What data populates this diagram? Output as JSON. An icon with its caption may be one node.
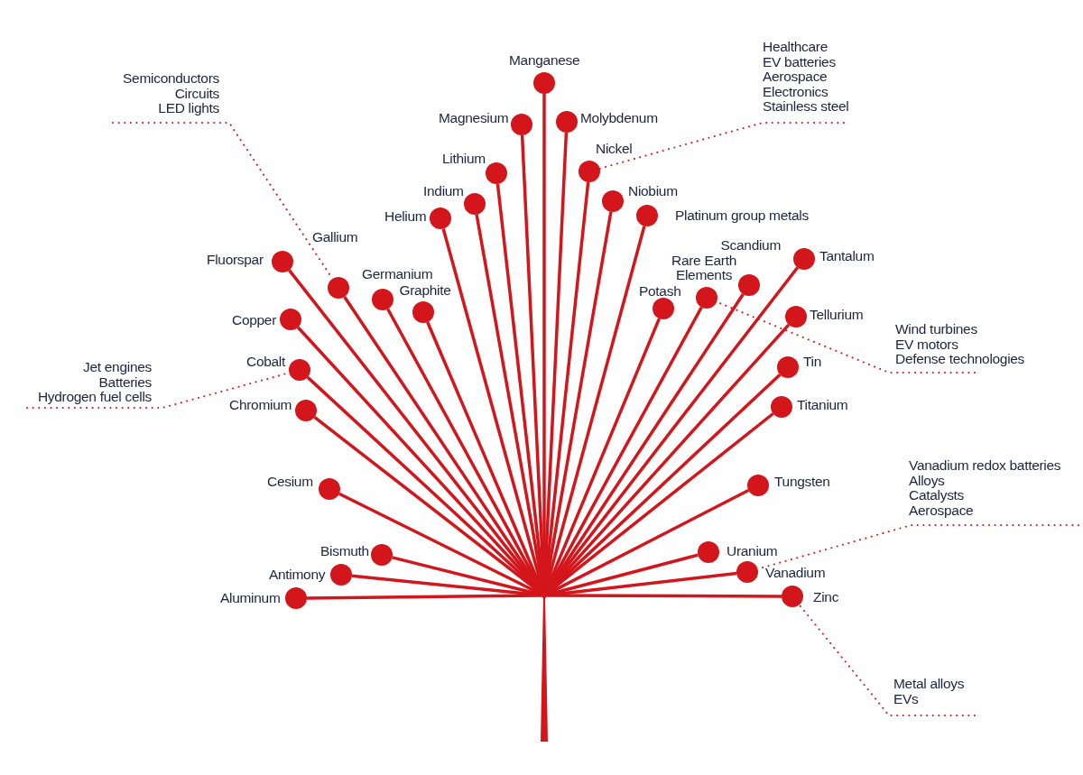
{
  "diagram": {
    "nodes": [
      {
        "text": [],
        "shape": "point"
      },
      {
        "text": [
          "Healthcare",
          "EV batteries",
          "Aerospace",
          "Electronics",
          "Stainless steel"
        ]
      },
      {
        "text": [
          "Manganese"
        ]
      },
      {
        "text": [
          "Semiconductors",
          "Circuits",
          "LED lights"
        ]
      },
      {
        "text": [
          "Magnesium"
        ]
      },
      {
        "text": [
          "Molybdenum"
        ]
      },
      {
        "text": [
          "Nickel"
        ]
      },
      {
        "text": [
          "Lithium"
        ]
      },
      {
        "text": [
          "Indium"
        ]
      },
      {
        "text": [
          "Niobium"
        ]
      },
      {
        "text": [
          "Helium"
        ]
      },
      {
        "text": [
          "Platinum group metals"
        ]
      },
      {
        "text": [
          "Gallium"
        ]
      },
      {
        "text": [
          "Scandium"
        ]
      },
      {
        "text": [
          "Fluorspar"
        ]
      },
      {
        "text": [
          "Tantalum"
        ]
      },
      {
        "text": [
          "Germanium"
        ]
      },
      {
        "text": [
          "Rare Earth Elements"
        ]
      },
      {
        "text": [
          "Graphite"
        ]
      },
      {
        "text": [
          "Potash"
        ]
      },
      {
        "text": [
          "Copper"
        ]
      },
      {
        "text": [
          "Tellurium"
        ]
      },
      {
        "text": [
          "Wind turbines",
          "EV motors",
          "Defense technologies"
        ]
      },
      {
        "text": [
          "Cobalt"
        ]
      },
      {
        "text": [
          "Tin"
        ]
      },
      {
        "text": [
          "Jet engines",
          "Batteries",
          "Hydrogen fuel cells"
        ]
      },
      {
        "text": [
          "Chromium"
        ]
      },
      {
        "text": [
          "Titanium"
        ]
      },
      {
        "text": [
          "Vanadium redox batteries",
          "Alloys",
          "Catalysts",
          "Aerospace"
        ]
      },
      {
        "text": [
          "Cesium"
        ]
      },
      {
        "text": [
          "Tungsten"
        ]
      },
      {
        "text": [
          "Bismuth"
        ]
      },
      {
        "text": [
          "Uranium"
        ]
      },
      {
        "text": [
          "Antimony"
        ]
      },
      {
        "text": [
          "Vanadium"
        ]
      },
      {
        "text": [
          "Aluminum"
        ]
      },
      {
        "text": [
          "Zinc"
        ]
      },
      {
        "text": [
          "Metal alloys",
          "EVs"
        ]
      }
    ],
    "edges": [
      {
        "from": 0,
        "to": 2,
        "arrow": "none"
      },
      {
        "from": 0,
        "to": 4,
        "arrow": "none"
      },
      {
        "from": 0,
        "to": 5,
        "arrow": "none"
      },
      {
        "from": 0,
        "to": 6,
        "arrow": "none"
      },
      {
        "from": 0,
        "to": 7,
        "arrow": "none"
      },
      {
        "from": 0,
        "to": 8,
        "arrow": "none"
      },
      {
        "from": 0,
        "to": 9,
        "arrow": "none"
      },
      {
        "from": 0,
        "to": 10,
        "arrow": "none"
      },
      {
        "from": 0,
        "to": 11,
        "arrow": "none"
      },
      {
        "from": 0,
        "to": 12,
        "arrow": "none"
      },
      {
        "from": 0,
        "to": 13,
        "arrow": "none"
      },
      {
        "from": 0,
        "to": 14,
        "arrow": "none"
      },
      {
        "from": 0,
        "to": 15,
        "arrow": "none"
      },
      {
        "from": 0,
        "to": 16,
        "arrow": "none"
      },
      {
        "from": 0,
        "to": 17,
        "arrow": "none"
      },
      {
        "from": 0,
        "to": 18,
        "arrow": "none"
      },
      {
        "from": 0,
        "to": 19,
        "arrow": "none"
      },
      {
        "from": 0,
        "to": 20,
        "arrow": "none"
      },
      {
        "from": 0,
        "to": 21,
        "arrow": "none"
      },
      {
        "from": 0,
        "to": 23,
        "arrow": "none"
      },
      {
        "from": 0,
        "to": 24,
        "arrow": "none"
      },
      {
        "from": 0,
        "to": 26,
        "arrow": "none"
      },
      {
        "from": 0,
        "to": 27,
        "arrow": "none"
      },
      {
        "from": 0,
        "to": 29,
        "arrow": "none"
      },
      {
        "from": 0,
        "to": 30,
        "arrow": "none"
      },
      {
        "from": 0,
        "to": 31,
        "arrow": "none"
      },
      {
        "from": 0,
        "to": 32,
        "arrow": "none"
      },
      {
        "from": 0,
        "to": 33,
        "arrow": "none"
      },
      {
        "from": 0,
        "to": 34,
        "arrow": "none"
      },
      {
        "from": 0,
        "to": 35,
        "arrow": "none"
      },
      {
        "from": 0,
        "to": 36,
        "arrow": "none"
      },
      {
        "from": 3,
        "to": 12,
        "arrow": "none",
        "style": "dashed"
      },
      {
        "from": 1,
        "to": 6,
        "arrow": "none",
        "style": "dashed"
      },
      {
        "from": 22,
        "to": 17,
        "arrow": "none",
        "style": "dashed"
      },
      {
        "from": 25,
        "to": 23,
        "arrow": "none",
        "style": "dashed"
      },
      {
        "from": 28,
        "to": 34,
        "arrow": "none",
        "style": "dashed"
      },
      {
        "from": 37,
        "to": 36,
        "arrow": "none",
        "style": "dashed"
      }
    ]
  }
}
